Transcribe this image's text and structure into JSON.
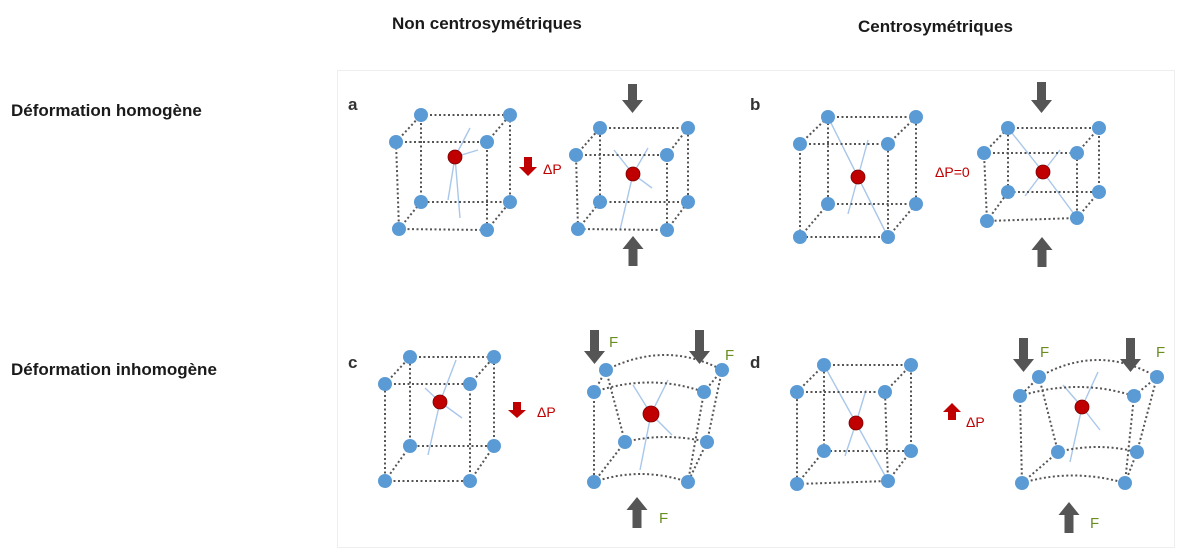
{
  "columns": {
    "non_centro": "Non centrosymétriques",
    "centro": "Centrosymétriques"
  },
  "rows": {
    "homogeneous": "Déformation homogène",
    "inhomogeneous": "Déformation inhomogène"
  },
  "panels": [
    {
      "letter": "a",
      "polarization": "ΔP"
    },
    {
      "letter": "b",
      "polarization": "ΔP=0"
    },
    {
      "letter": "c",
      "polarization": "ΔP"
    },
    {
      "letter": "d",
      "polarization": "ΔP"
    }
  ],
  "force_label": "F",
  "colors": {
    "node": "#5b9bd5",
    "center_atom": "#c00000",
    "polarization": "#c00000",
    "force_arrow": "#555555",
    "force_label": "#6b8e23"
  }
}
